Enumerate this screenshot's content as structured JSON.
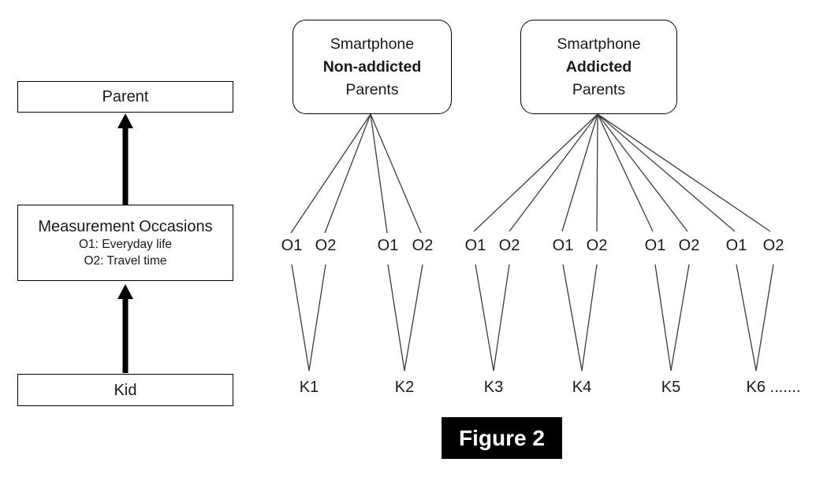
{
  "caption": {
    "label": "Figure 2"
  },
  "left_panel": {
    "parent": "Parent",
    "measurement": {
      "title": "Measurement Occasions",
      "o1_desc": "O1: Everyday life",
      "o2_desc": "O2: Travel time"
    },
    "kid": "Kid"
  },
  "groups": [
    {
      "line1": "Smartphone",
      "line2": "Non-addicted",
      "line3": "Parents"
    },
    {
      "line1": "Smartphone",
      "line2": "Addicted",
      "line3": "Parents"
    }
  ],
  "kids": [
    {
      "label": "K1",
      "o1": "O1",
      "o2": "O2"
    },
    {
      "label": "K2",
      "o1": "O1",
      "o2": "O2"
    },
    {
      "label": "K3",
      "o1": "O1",
      "o2": "O2"
    },
    {
      "label": "K4",
      "o1": "O1",
      "o2": "O2"
    },
    {
      "label": "K5",
      "o1": "O1",
      "o2": "O2"
    },
    {
      "label": "K6 .......",
      "o1": "O1",
      "o2": "O2"
    }
  ],
  "colors": {
    "connector_line": "#3c3c3c",
    "box_border": "#000000",
    "arrow": "#000000",
    "caption_bg": "#000000",
    "caption_fg": "#ffffff"
  }
}
